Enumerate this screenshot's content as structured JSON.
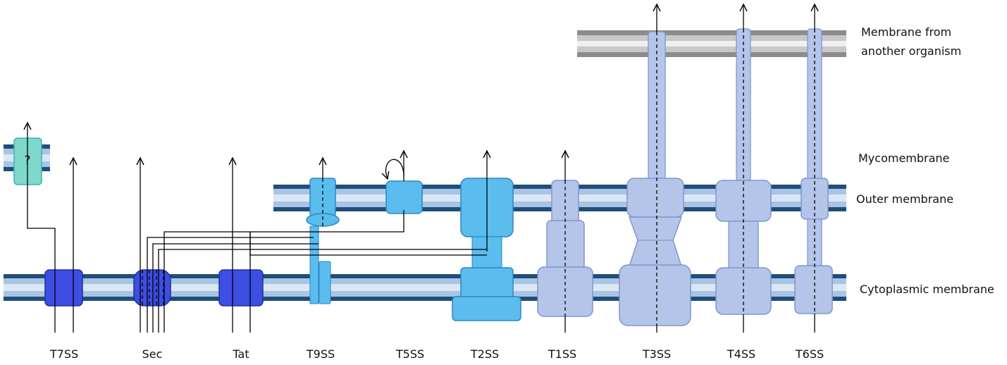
{
  "membranes": {
    "other_organism": "Membrane from another organism",
    "other_organism_line1": "Membrane from",
    "other_organism_line2": "another organism",
    "mycomembrane": "Mycomembrane",
    "outer": "Outer membrane",
    "cytoplasmic": "Cytoplasmic membrane"
  },
  "systems": [
    "T7SS",
    "Sec",
    "Tat",
    "T9SS",
    "T5SS",
    "T2SS",
    "T1SS",
    "T3SS",
    "T4SS",
    "T6SS"
  ],
  "unknown_channel_label": "?",
  "colors": {
    "membrane_dark": "#1f4e79",
    "membrane_mid": "#a9c4e4",
    "membrane_light": "#dbe7f5",
    "other_membrane_dark": "#8c8c8c",
    "other_membrane_mid": "#c8c8c8",
    "other_membrane_light": "#efefef",
    "translocon_blue": "#3d4ee3",
    "cyan_protein": "#5bbcee",
    "pale_protein": "#b4c5e9",
    "teal_protein": "#7fd8cc"
  }
}
